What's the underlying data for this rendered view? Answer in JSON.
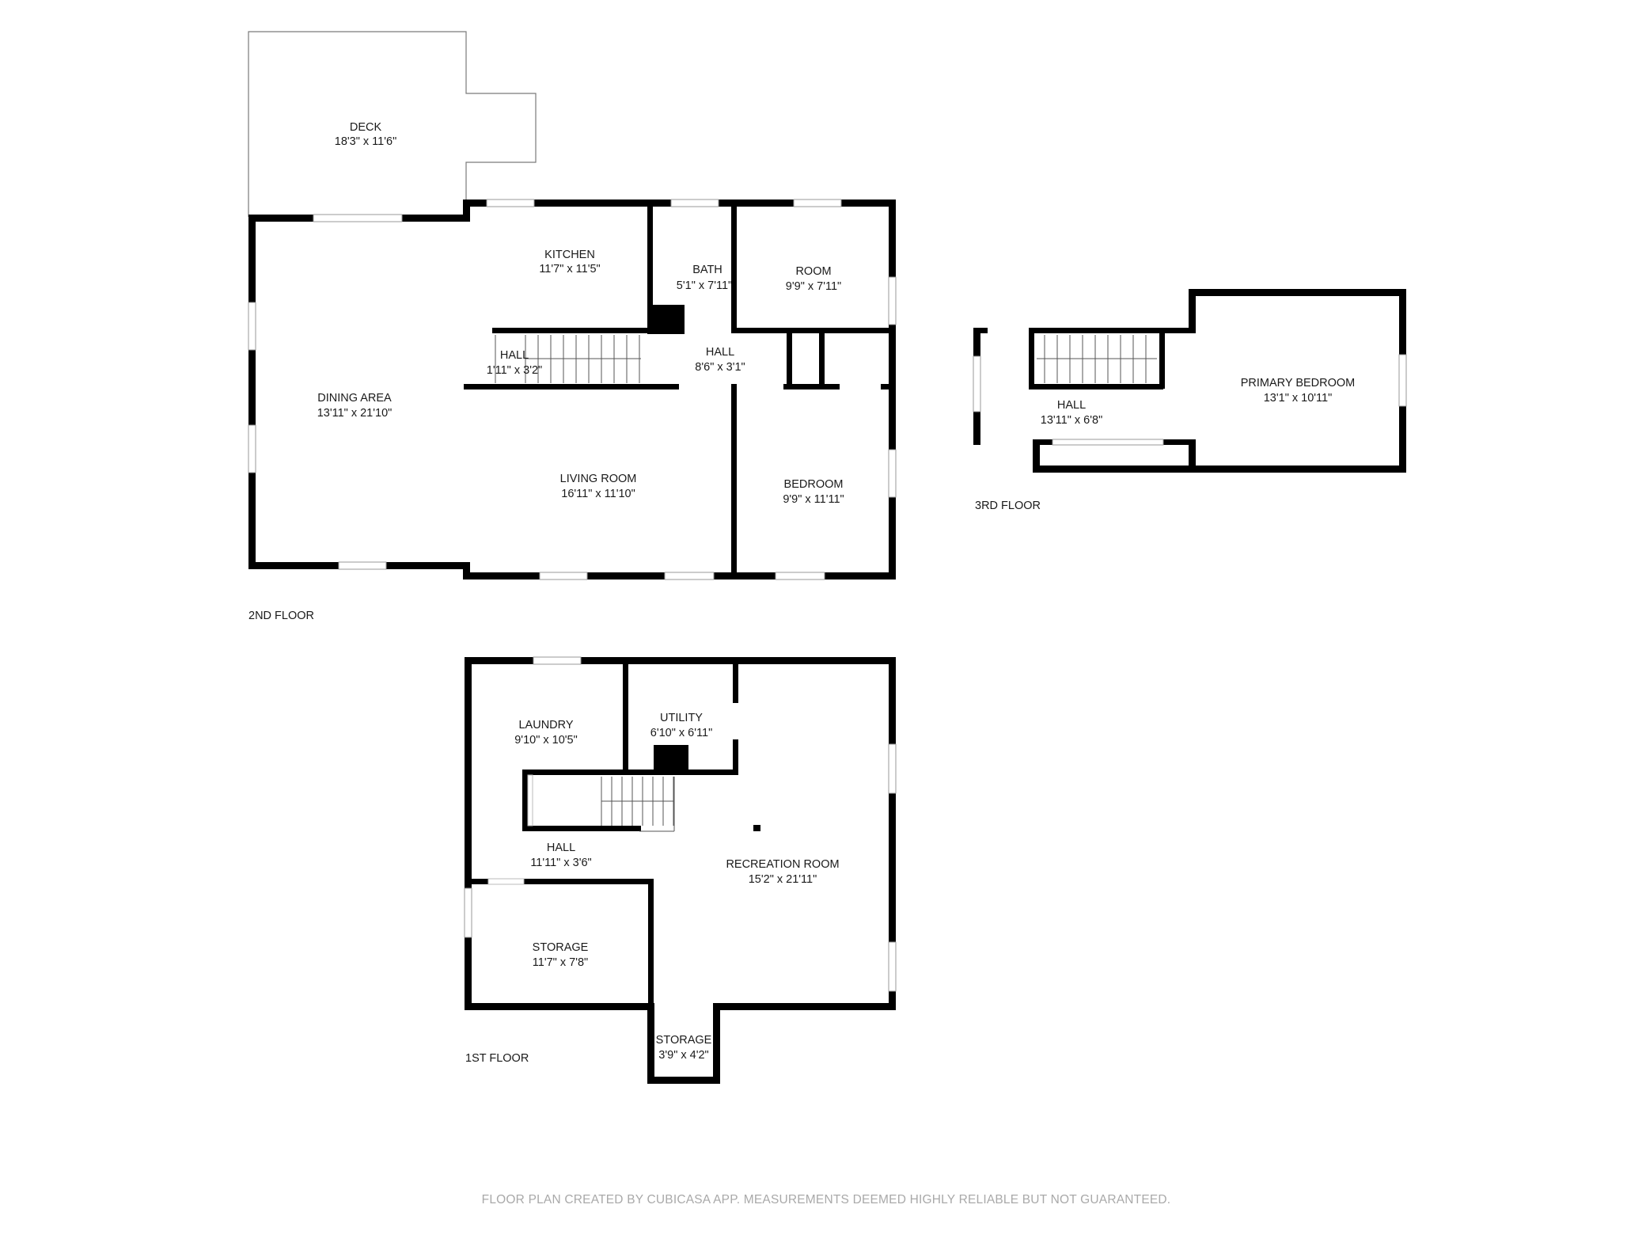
{
  "floors": {
    "second": "2ND FLOOR",
    "third": "3RD FLOOR",
    "first": "1ST FLOOR"
  },
  "rooms": {
    "deck": {
      "name": "DECK",
      "dim": "18'3\" x 11'6\""
    },
    "kitchen": {
      "name": "KITCHEN",
      "dim": "11'7\" x 11'5\""
    },
    "bath": {
      "name": "BATH",
      "dim": "5'1\" x 7'11\""
    },
    "room": {
      "name": "ROOM",
      "dim": "9'9\" x 7'11\""
    },
    "hall_small": {
      "name": "HALL",
      "dim": "1'11\" x 3'2\""
    },
    "hall_2nd": {
      "name": "HALL",
      "dim": "8'6\" x 3'1\""
    },
    "dining": {
      "name": "DINING AREA",
      "dim": "13'11\" x 21'10\""
    },
    "living": {
      "name": "LIVING ROOM",
      "dim": "16'11\" x 11'10\""
    },
    "bedroom": {
      "name": "BEDROOM",
      "dim": "9'9\" x 11'11\""
    },
    "hall_3rd": {
      "name": "HALL",
      "dim": "13'11\" x 6'8\""
    },
    "primary": {
      "name": "PRIMARY BEDROOM",
      "dim": "13'1\" x 10'11\""
    },
    "laundry": {
      "name": "LAUNDRY",
      "dim": "9'10\" x 10'5\""
    },
    "utility": {
      "name": "UTILITY",
      "dim": "6'10\" x 6'11\""
    },
    "hall_1st": {
      "name": "HALL",
      "dim": "11'11\" x 3'6\""
    },
    "recreation": {
      "name": "RECREATION ROOM",
      "dim": "15'2\" x 21'11\""
    },
    "storage_a": {
      "name": "STORAGE",
      "dim": "11'7\" x 7'8\""
    },
    "storage_b": {
      "name": "STORAGE",
      "dim": "3'9\" x 4'2\""
    }
  },
  "footer": "FLOOR PLAN CREATED BY CUBICASA APP. MEASUREMENTS DEEMED HIGHLY RELIABLE BUT NOT GUARANTEED."
}
